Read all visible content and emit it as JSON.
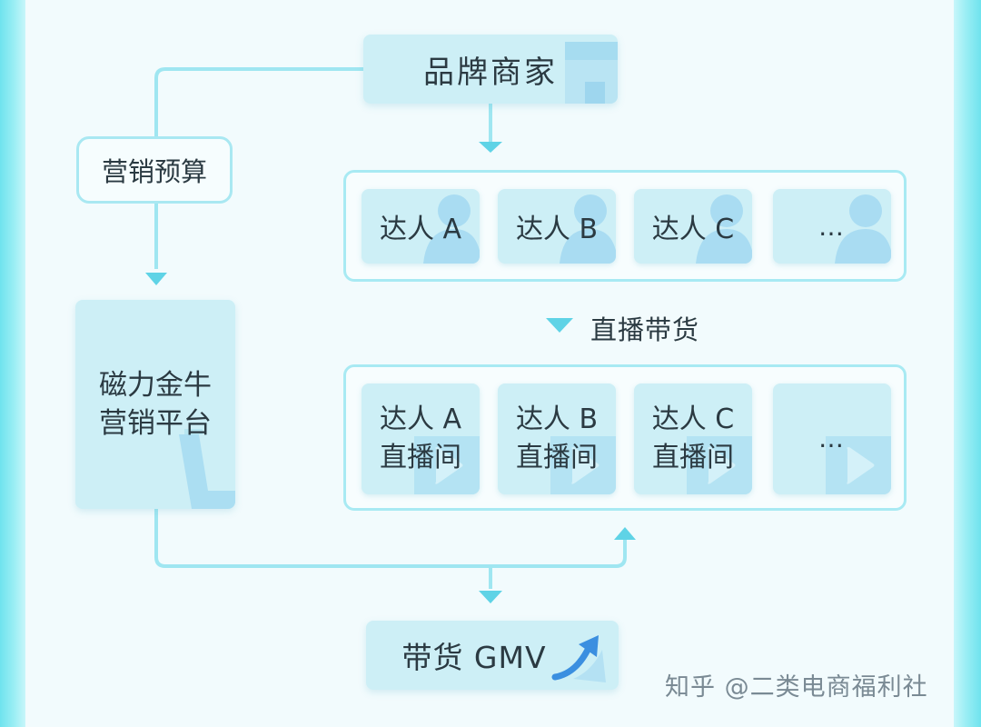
{
  "diagram": {
    "brand": "品牌商家",
    "budget": "营销预算",
    "platform": {
      "line1": "磁力金牛",
      "line2": "营销平台"
    },
    "creators": [
      {
        "label": "达人 A"
      },
      {
        "label": "达人 B"
      },
      {
        "label": "达人 C"
      },
      {
        "label": "…"
      }
    ],
    "live_selling_label": "直播带货",
    "live_rooms": [
      {
        "line1": "达人 A",
        "line2": "直播间"
      },
      {
        "line1": "达人 B",
        "line2": "直播间"
      },
      {
        "line1": "达人 C",
        "line2": "直播间"
      },
      {
        "line1": "…",
        "line2": ""
      }
    ],
    "result": "带货 GMV"
  },
  "watermark": "知乎 @二类电商福利社",
  "colors": {
    "frame_accent": "#6fe3ee",
    "node_fill": "#cdeff6",
    "connector": "#9fe6f1",
    "arrow": "#5fd3e6",
    "icon": "#a9dcf2"
  },
  "icons": [
    "user-silhouette-icon",
    "play-icon",
    "trend-arrow-icon",
    "shop-icon"
  ]
}
